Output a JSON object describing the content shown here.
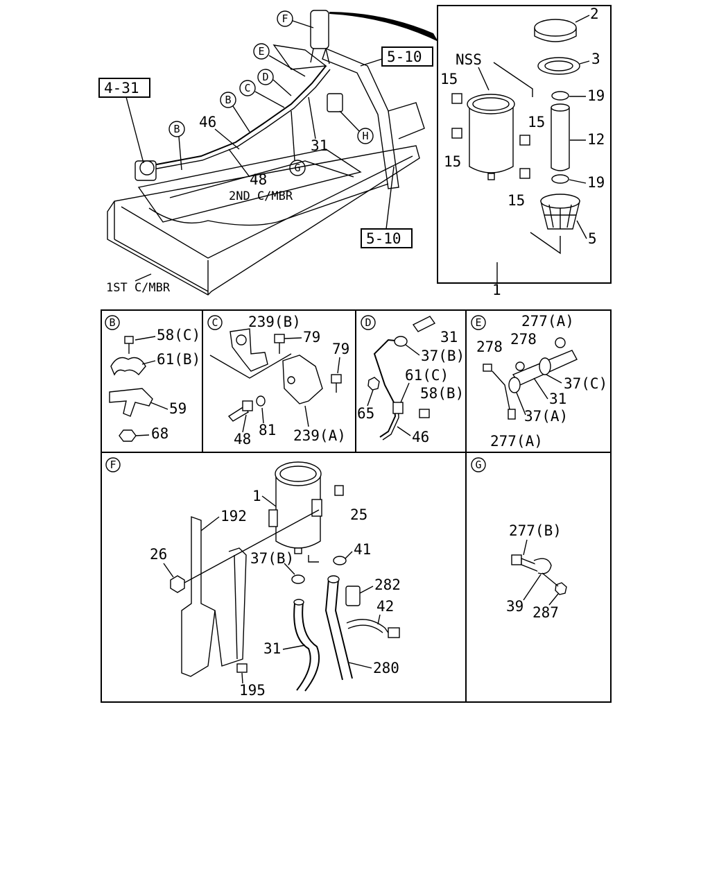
{
  "overview": {
    "ref_boxes": [
      "4-31",
      "5-10",
      "5-10"
    ],
    "callouts": [
      "F",
      "E",
      "D",
      "C",
      "B",
      "B",
      "G",
      "H"
    ],
    "labels": [
      "46",
      "48",
      "31",
      "2ND C/MBR",
      "1ST C/MBR"
    ]
  },
  "filter_detail": {
    "labels": [
      "NSS",
      "15",
      "15",
      "15",
      "15",
      "2",
      "3",
      "19",
      "12",
      "19",
      "5"
    ],
    "assembly_label": "1"
  },
  "panels": {
    "B": {
      "callout": "B",
      "labels": [
        "58(C)",
        "61(B)",
        "59",
        "68"
      ]
    },
    "C": {
      "callout": "C",
      "labels": [
        "239(B)",
        "79",
        "79",
        "48",
        "81",
        "239(A)"
      ]
    },
    "D": {
      "callout": "D",
      "labels": [
        "31",
        "37(B)",
        "61(C)",
        "58(B)",
        "65",
        "46"
      ]
    },
    "E": {
      "callout": "E",
      "labels": [
        "277(A)",
        "278",
        "278",
        "37(C)",
        "31",
        "37(A)",
        "277(A)"
      ]
    },
    "F": {
      "callout": "F",
      "labels": [
        "1",
        "192",
        "25",
        "26",
        "37(B)",
        "41",
        "282",
        "42",
        "31",
        "280",
        "195"
      ]
    },
    "G": {
      "callout": "G",
      "labels": [
        "277(B)",
        "39",
        "287"
      ]
    }
  }
}
